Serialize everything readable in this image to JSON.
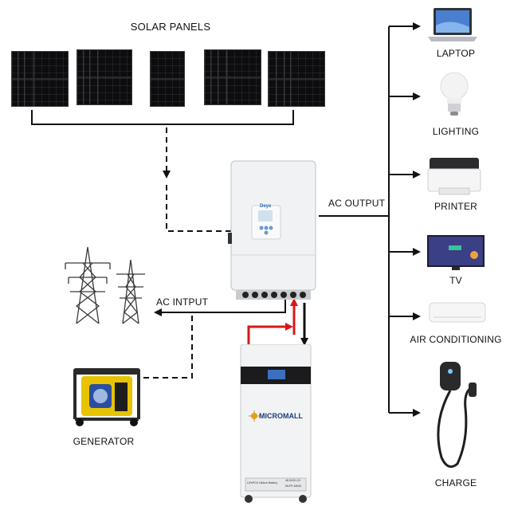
{
  "labels": {
    "solar_panels": "SOLAR PANELS",
    "ac_output": "AC OUTPUT",
    "ac_input": "AC  INTPUT",
    "generator": "GENERATOR"
  },
  "loads": [
    {
      "label": "LAPTOP",
      "icon": "laptop-icon"
    },
    {
      "label": "LIGHTING",
      "icon": "light-bulb-icon"
    },
    {
      "label": "PRINTER",
      "icon": "printer-icon"
    },
    {
      "label": "TV",
      "icon": "tv-icon"
    },
    {
      "label": "AIR CONDITIONING",
      "icon": "air-conditioner-icon"
    },
    {
      "label": "CHARGE",
      "icon": "ev-charger-icon"
    }
  ],
  "inverter": {
    "brand": "Deye"
  },
  "battery": {
    "brand": "MICROMALL",
    "plate_left": "LiFePO4 Lithium Battery",
    "plate_right_1": "48.0V/51.2V",
    "plate_right_2": "MLFP-48040"
  },
  "colors": {
    "wire": "#111111",
    "dc_link": "#d81818",
    "panel": "#0d0d0f"
  }
}
